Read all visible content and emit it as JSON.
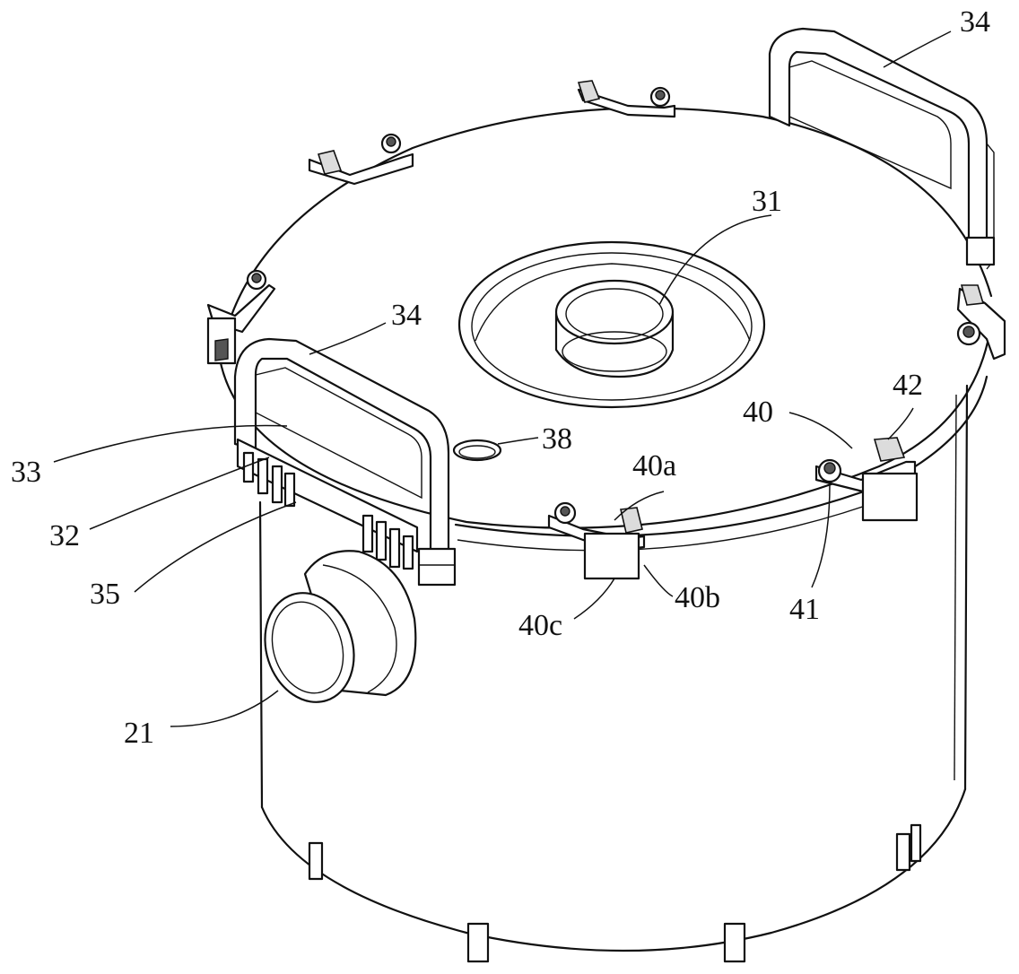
{
  "labels": [
    {
      "id": "label-34-top",
      "text": "34"
    },
    {
      "id": "label-31",
      "text": "31"
    },
    {
      "id": "label-34-left",
      "text": "34"
    },
    {
      "id": "label-38",
      "text": "38"
    },
    {
      "id": "label-33",
      "text": "33"
    },
    {
      "id": "label-32",
      "text": "32"
    },
    {
      "id": "label-35",
      "text": "35"
    },
    {
      "id": "label-40a",
      "text": "40a"
    },
    {
      "id": "label-40",
      "text": "40"
    },
    {
      "id": "label-42",
      "text": "42"
    },
    {
      "id": "label-40b",
      "text": "40b"
    },
    {
      "id": "label-40c",
      "text": "40c"
    },
    {
      "id": "label-41",
      "text": "41"
    },
    {
      "id": "label-21",
      "text": "21"
    }
  ]
}
